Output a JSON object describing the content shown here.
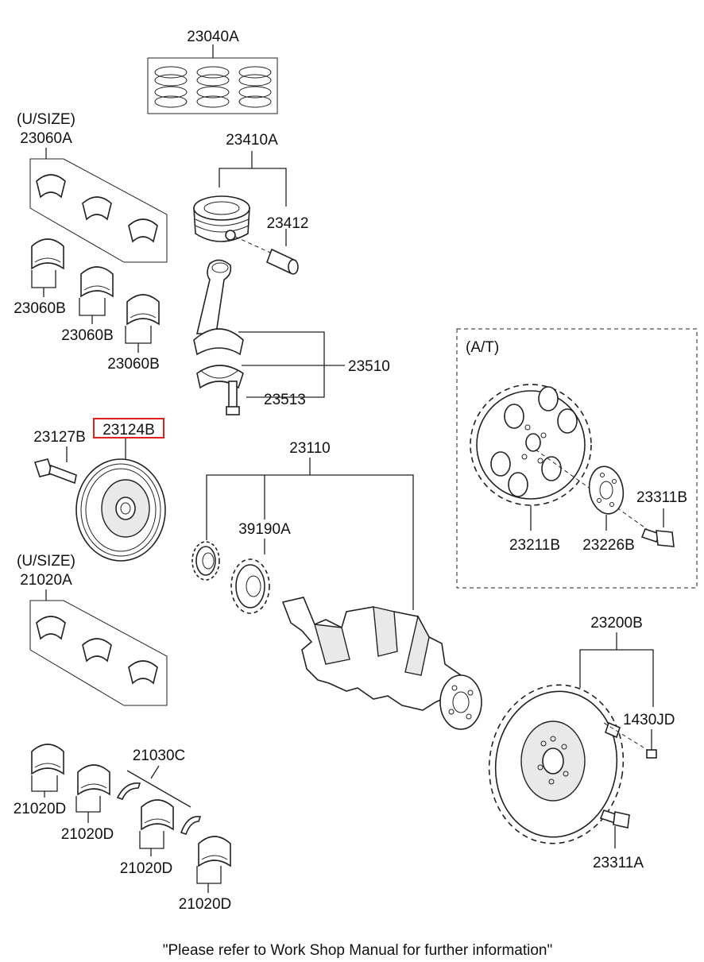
{
  "labels": {
    "ring_set": "23040A",
    "usize_1": "(U/SIZE)",
    "bearing_set_1": "23060A",
    "piston_assy": "23410A",
    "piston_pin": "23412",
    "bearing_1a": "23060B",
    "bearing_1b": "23060B",
    "bearing_1c": "23060B",
    "conrod_assy": "23510",
    "conrod_bolt": "23513",
    "at_label": "(A/T)",
    "pulley_bolt": "23127B",
    "damper_pulley": "23124B",
    "crankshaft": "23110",
    "sprocket": "39190A",
    "drive_plate_bolt": "23311B",
    "drive_plate": "23211B",
    "adapter_plate": "23226B",
    "usize_2": "(U/SIZE)",
    "bearing_set_2": "21020A",
    "flywheel_assy": "23200B",
    "flywheel_pin": "1430JD",
    "thrust_bearing": "21030C",
    "main_bearing_a": "21020D",
    "main_bearing_b": "21020D",
    "main_bearing_c": "21020D",
    "main_bearing_d": "21020D",
    "flywheel_bolt": "23311A"
  },
  "footer_note": "\"Please refer to Work Shop Manual for further information\"",
  "highlight_color": "#e02020"
}
